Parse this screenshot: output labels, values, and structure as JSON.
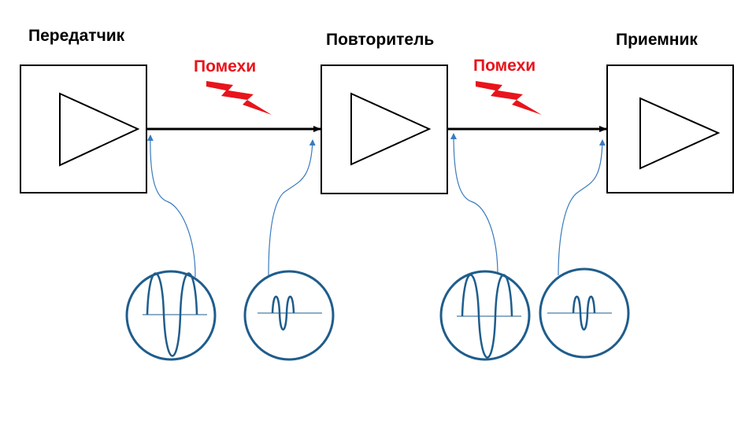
{
  "stages": [
    {
      "id": "transmitter",
      "label": "Передатчик"
    },
    {
      "id": "repeater",
      "label": "Повторитель"
    },
    {
      "id": "receiver",
      "label": "Приемник"
    }
  ],
  "noise": {
    "label_1": "Помехи",
    "label_2": "Помехи"
  },
  "colors": {
    "noise": "#e8141c",
    "signal": "#1f5d8c",
    "thin_line": "#3a7bbf",
    "ink": "#000000"
  }
}
